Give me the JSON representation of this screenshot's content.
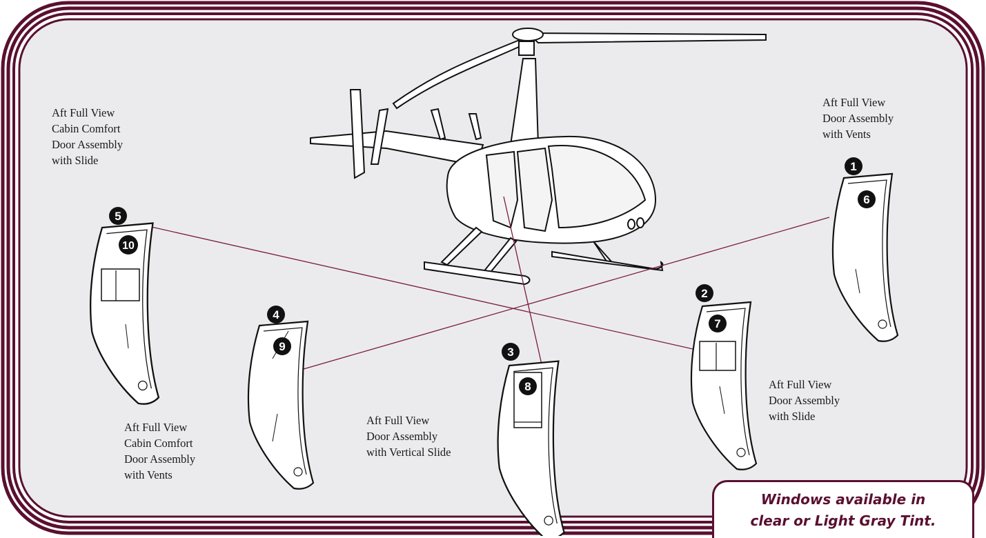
{
  "colors": {
    "frame": "#5a1030",
    "panel": "#ebebee",
    "leader": "#7a1a40",
    "ink": "#1a1a1a"
  },
  "labels": {
    "top_left": [
      "Aft Full View",
      "Cabin Comfort",
      "Door Assembly",
      "with Slide"
    ],
    "top_right": [
      "Aft Full View",
      "Door Assembly",
      "with Vents"
    ],
    "bottom_left": [
      "Aft Full View",
      "Cabin Comfort",
      "Door Assembly",
      "with Vents"
    ],
    "bottom_mid": [
      "Aft Full View",
      "Door Assembly",
      "with Vertical Slide"
    ],
    "right_mid": [
      "Aft Full View",
      "Door Assembly",
      "with Slide"
    ]
  },
  "callouts": {
    "c1": "1",
    "c2": "2",
    "c3": "3",
    "c4": "4",
    "c5": "5",
    "c6": "6",
    "c7": "7",
    "c8": "8",
    "c9": "9",
    "c10": "10"
  },
  "note": {
    "line1": "Windows available in",
    "line2": "clear or Light Gray Tint."
  }
}
